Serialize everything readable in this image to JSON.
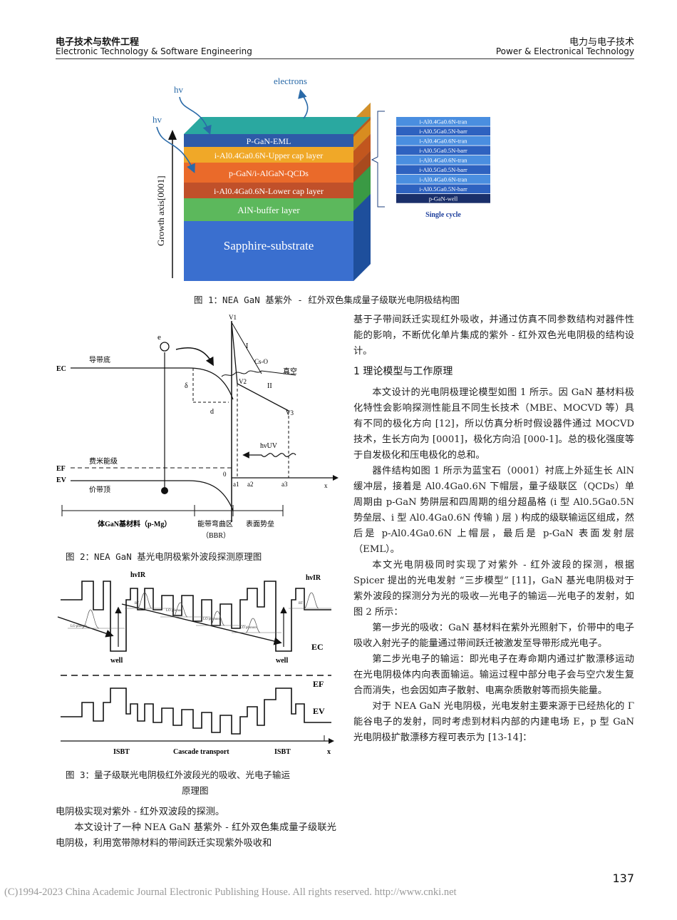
{
  "header": {
    "journal_cn": "电子技术与软件工程",
    "journal_en": "Electronic Technology & Software Engineering",
    "section_cn": "电力与电子技术",
    "section_en": "Power & Electronical Technology"
  },
  "figure1": {
    "caption": "图 1：NEA GaN 基紫外 - 红外双色集成量子级联光电阴极结构图",
    "axis_label": "Growth axis[0001]",
    "electrons_label": "electrons",
    "hv_label": "hv",
    "layers": [
      "P-GaN-EML",
      "i-Al0.4Ga0.6N-Upper cap layer",
      "p-GaN/i-AlGaN-QCDs",
      "i-Al0.4Ga0.6N-Lower cap layer",
      "AlN-buffer layer",
      "Sapphire-substrate"
    ],
    "cycle_layers": [
      "i-Al0.4Ga0.6N-tran",
      "i-Al0.5Ga0.5N-barr",
      "i-Al0.4Ga0.6N-tran",
      "i-Al0.5Ga0.5N-barr",
      "i-Al0.4Ga0.6N-tran",
      "i-Al0.5Ga0.5N-barr",
      "i-Al0.4Ga0.6N-tran",
      "i-Al0.5Ga0.5N-barr",
      "p-GaN-well"
    ],
    "cycle_label": "Single cycle",
    "colors": {
      "eml": "#2e5aa8",
      "cap": "#f0a828",
      "qcd": "#ea6a2a",
      "lcap": "#c0502a",
      "aln": "#5cb85c",
      "sub": "#3a6fcf",
      "teal": "#22a8b0"
    }
  },
  "figure2": {
    "caption": "图 2：NEA GaN 基光电阴极紫外波段探测原理图",
    "labels": {
      "conduction": "导带底",
      "ec": "EC",
      "fermi": "费米能级",
      "ef": "EF",
      "valence": "价带顶",
      "ev": "EV",
      "vacuum": "真空",
      "cs": "Cs-O",
      "e": "e",
      "v1": "V1",
      "v2": "V2",
      "v3": "V3",
      "i": "I",
      "ii": "II",
      "delta": "δ",
      "d": "d",
      "huv": "hνUV",
      "zero": "0",
      "a1": "a1",
      "a2": "a2",
      "a3": "a3",
      "x": "x",
      "bulk": "体GaN基材料（p-Mg）",
      "bbr": "能带弯曲区",
      "bbr2": "（BBR）",
      "surface": "表面势垒"
    }
  },
  "figure3": {
    "caption_line1": "图 3：量子级联光电阴极红外波段光的吸收、光电子输运",
    "caption_line2": "原理图",
    "labels": {
      "hvir": "hνIR",
      "well": "well",
      "ec": "EC",
      "ef": "EF",
      "ev": "EV",
      "isbt": "ISBT",
      "cascade": "Cascade transport",
      "x": "x",
      "lo": "LO phonon",
      "rt": "RT"
    }
  },
  "left_text": {
    "p1": "电阴极实现对紫外 - 红外双波段的探测。",
    "p2": "本文设计了一种 NEA GaN 基紫外 - 红外双色集成量子级联光电阴极，利用宽带隙材料的带间跃迁实现紫外吸收和"
  },
  "right_text": {
    "p0": "基于子带间跃迁实现红外吸收，并通过仿真不同参数结构对器件性能的影响，不断优化单片集成的紫外 - 红外双色光电阴极的结构设计。",
    "heading": "1 理论模型与工作原理",
    "p1": "本文设计的光电阴极理论模型如图 1 所示。因 GaN 基材料极化特性会影响探测性能且不同生长技术（MBE、MOCVD 等）具有不同的极化方向 [12]，所以仿真分析时假设器件通过 MOCVD 技术，生长方向为 [0001]，极化方向沿 [000-1]。总的极化强度等于自发极化和压电极化的总和。",
    "p2": "器件结构如图 1 所示为蓝宝石（0001）衬底上外延生长 AlN 缓冲层，接着是 Al0.4Ga0.6N 下帽层，量子级联区（QCDs）单周期由 p-GaN 势阱层和四周期的组分超晶格 (i 型 Al0.5Ga0.5N 势垒层、i 型 Al0.4Ga0.6N 传输 ) 层 ) 构成的级联输运区组成，然后是 p-Al0.4Ga0.6N 上帽层，最后是 p-GaN 表面发射层（EML）。",
    "p3": "本文光电阴极同时实现了对紫外 - 红外波段的探测，根据 Spicer 提出的光电发射 “三步模型” [11]，GaN 基光电阴极对于紫外波段的探测分为光的吸收—光电子的输运—光电子的发射，如图 2 所示：",
    "p4": "第一步光的吸收：GaN 基材料在紫外光照射下，价带中的电子吸收入射光子的能量通过带间跃迁被激发至导带形成光电子。",
    "p5": "第二步光电子的输运：即光电子在寿命期内通过扩散漂移运动在光电阴极体内向表面输运。输运过程中部分电子会与空穴发生复合而消失，也会因如声子散射、电离杂质散射等而损失能量。",
    "p6": "对于 NEA GaN 光电阴极，光电发射主要来源于已经热化的 Γ 能谷电子的发射，同时考虑到材料内部的内建电场 E，p 型 GaN 光电阴极扩散漂移方程可表示为 [13-14]："
  },
  "page_number": "137",
  "footer": "(C)1994-2023 China Academic Journal Electronic Publishing House. All rights reserved.    http://www.cnki.net"
}
